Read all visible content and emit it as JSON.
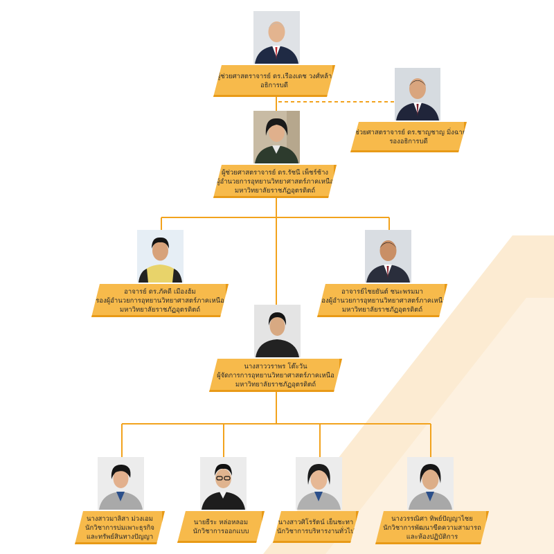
{
  "colors": {
    "plate_fill": "#f7ba4b",
    "plate_edge": "#e89a17",
    "connector": "#f2a21c",
    "background_accent": "#fcebd2"
  },
  "nodes": {
    "director_top": {
      "name": "ผู้ช่วยศาสตราจารย์ ดร.เรืองเดช วงศ์หล้า",
      "title": "อธิการบดี",
      "photo_icon": "person-portrait-icon",
      "shirt_color": "#1f2a44",
      "bg_color": "#dfe2e6"
    },
    "vice_president": {
      "name": "ผู้ช่วยศาสตราจารย์ ดร.ชาญชาญ มิ่งฉาย",
      "title": "รองอธิการบดี",
      "photo_icon": "person-portrait-icon",
      "shirt_color": "#20253a",
      "bg_color": "#d6dbe0"
    },
    "director_park": {
      "name": "ผู้ช่วยศาสตราจารย์ ดร.รัชนี เพ็ชร์ช้าง",
      "title": "ผู้อำนวยการอุทยานวิทยาศาสตร์ภาคเหนือ",
      "org": "มหาวิทยาลัยราชภัฏอุตรดิตถ์",
      "photo_icon": "person-portrait-icon",
      "shirt_color": "#2d3b2d",
      "bg_color": "#c8bba4"
    },
    "deputy_left": {
      "name": "อาจารย์ ดร.ภัคดี เมืองฮ้ม",
      "title": "รองผู้อำนวยการอุทยานวิทยาศาสตร์ภาคเหนือ",
      "org": "มหาวิทยาลัยราชภัฏอุตรดิตถ์",
      "photo_icon": "person-portrait-icon",
      "shirt_color": "#e8d36a",
      "bg_color": "#e6eef5"
    },
    "deputy_right": {
      "name": "อาจารย์ไชยยันต์ ชนะพรมมา",
      "title": "รองผู้อำนวยการอุทยานวิทยาศาสตร์ภาคเหนือ",
      "org": "มหาวิทยาลัยราชภัฏอุตรดิตถ์",
      "photo_icon": "person-portrait-icon",
      "shirt_color": "#2a2e3c",
      "bg_color": "#d9dde2"
    },
    "manager": {
      "name": "นางสาววราพร โต๊ะวัน",
      "title": "ผู้จัดการการอุทยานวิทยาศาสตร์ภาคเหนือ",
      "org": "มหาวิทยาลัยราชภัฏอุตรดิตถ์",
      "photo_icon": "person-portrait-icon",
      "shirt_color": "#222222",
      "bg_color": "#e4e4e4"
    },
    "staff_1": {
      "name": "นางสาวมาลิสา ม่วงเอม",
      "title": "นักวิชาการบ่มเพาะธุรกิจ",
      "extra": "และทรัพย์สินทางปัญญา",
      "photo_icon": "person-portrait-icon",
      "shirt_color": "#a9a9a9",
      "bg_color": "#ececec"
    },
    "staff_2": {
      "name": "นายธีระ หล่อหลอม",
      "title": "นักวิชาการออกแบบ",
      "photo_icon": "person-portrait-icon",
      "shirt_color": "#1d1d1d",
      "bg_color": "#ececec"
    },
    "staff_3": {
      "name": "นางสาวศิโรรัตน์ เย็นชะทา",
      "title": "นักวิชาการบริหารงานทั่วไป",
      "photo_icon": "person-portrait-icon",
      "shirt_color": "#b0b0b0",
      "bg_color": "#ececec"
    },
    "staff_4": {
      "name": "นางวรรณิศา ทิพย์ปัญญาไชย",
      "title": "นักวิชาการพัฒนาขีดความสามารถ",
      "extra": "และห้องปฏิบัติการ",
      "photo_icon": "person-portrait-icon",
      "shirt_color": "#a8a8a8",
      "bg_color": "#ececec"
    }
  }
}
